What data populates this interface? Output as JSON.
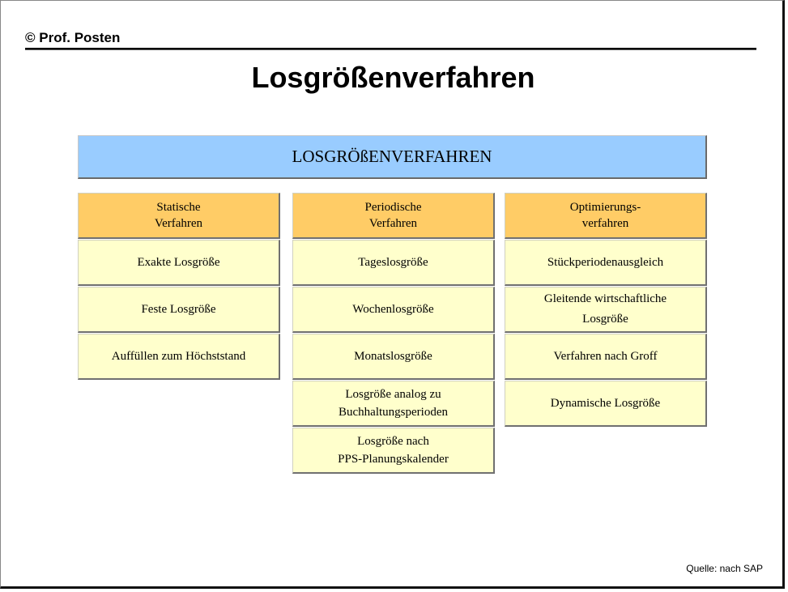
{
  "header": {
    "author": "© Prof. Posten",
    "title": "Losgrößenverfahren"
  },
  "banner": {
    "label": "LOSGRÖßENVERFAHREN"
  },
  "columns": [
    {
      "heading": "Statische\nVerfahren",
      "items": [
        "Exakte  Losgröße",
        "Feste Losgröße",
        "Auffüllen zum Höchststand"
      ]
    },
    {
      "heading": "Periodische\nVerfahren",
      "items": [
        "Tageslosgröße",
        "Wochenlosgröße",
        "Monatslosgröße",
        "Losgröße  analog zu\nBuchhaltungsperioden",
        "Losgröße  nach\nPPS-Planungskalender"
      ]
    },
    {
      "heading": "Optimierungs-\nverfahren",
      "items": [
        "Stückperiodenausgleich",
        "Gleitende wirtschaftliche\nLosgröße",
        "Verfahren nach  Groff",
        "Dynamische  Losgröße"
      ]
    }
  ],
  "footer": {
    "source": "Quelle: nach SAP"
  },
  "colors": {
    "banner": "#99ccff",
    "heading": "#ffcc66",
    "item": "#ffffcc"
  }
}
